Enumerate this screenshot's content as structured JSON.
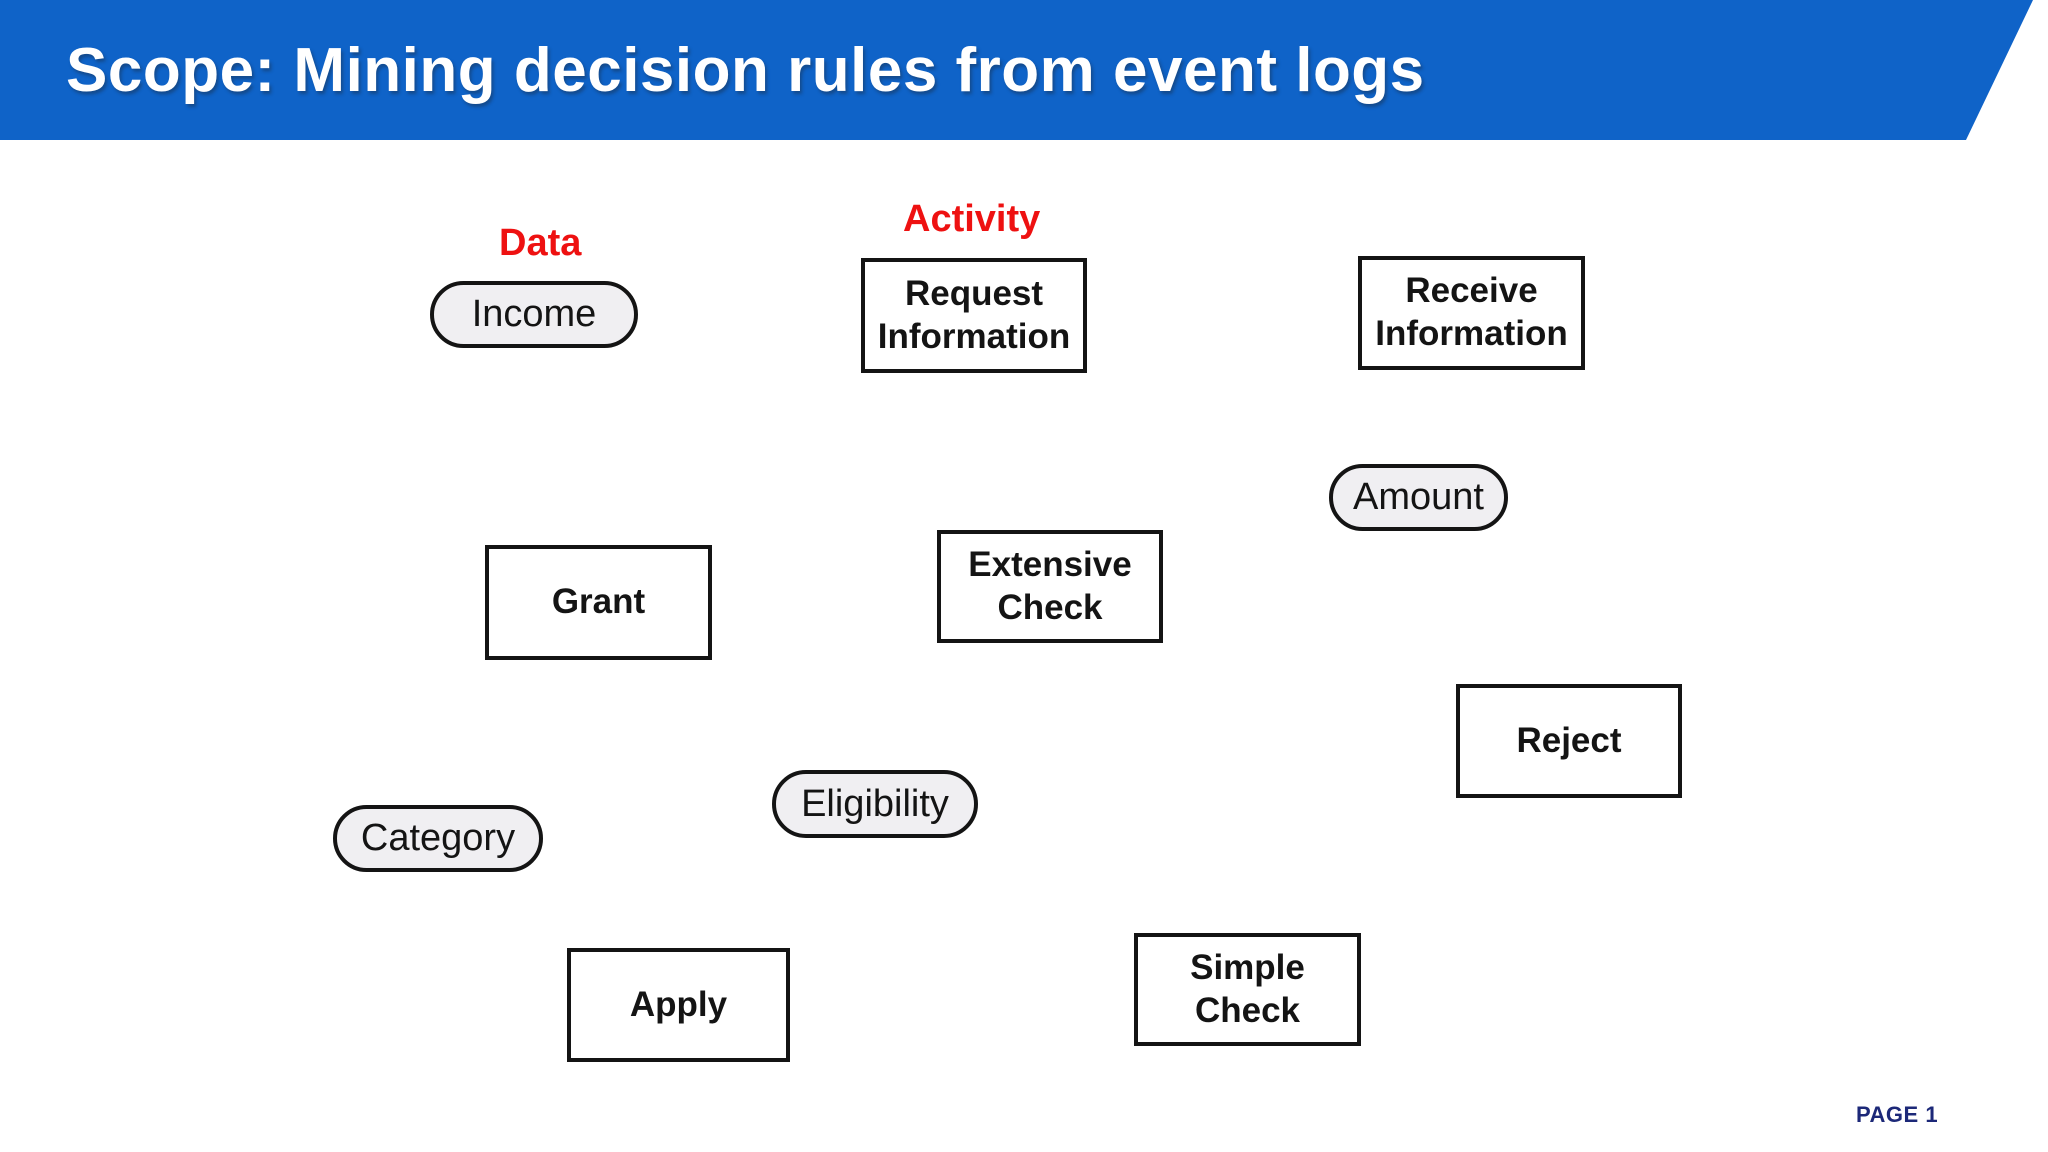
{
  "slide": {
    "title": "Scope: Mining decision rules from event logs",
    "page_label": "PAGE 1"
  },
  "legend": {
    "data_label": "Data",
    "activity_label": "Activity"
  },
  "diagram": {
    "data_nodes": [
      {
        "id": "income",
        "label": "Income"
      },
      {
        "id": "amount",
        "label": "Amount"
      },
      {
        "id": "eligibility",
        "label": "Eligibility"
      },
      {
        "id": "category",
        "label": "Category"
      }
    ],
    "activity_nodes": [
      {
        "id": "request-information",
        "label": "Request Information"
      },
      {
        "id": "receive-information",
        "label": "Receive Information"
      },
      {
        "id": "grant",
        "label": "Grant"
      },
      {
        "id": "extensive-check",
        "label": "Extensive Check"
      },
      {
        "id": "reject",
        "label": "Reject"
      },
      {
        "id": "apply",
        "label": "Apply"
      },
      {
        "id": "simple-check",
        "label": "Simple Check"
      }
    ]
  },
  "colors": {
    "header_blue": "#0f63c8",
    "label_red": "#ee1111",
    "node_border": "#141414",
    "pill_fill": "#f0eff2",
    "box_fill": "#ffffff",
    "page_label_navy": "#1c2878"
  }
}
